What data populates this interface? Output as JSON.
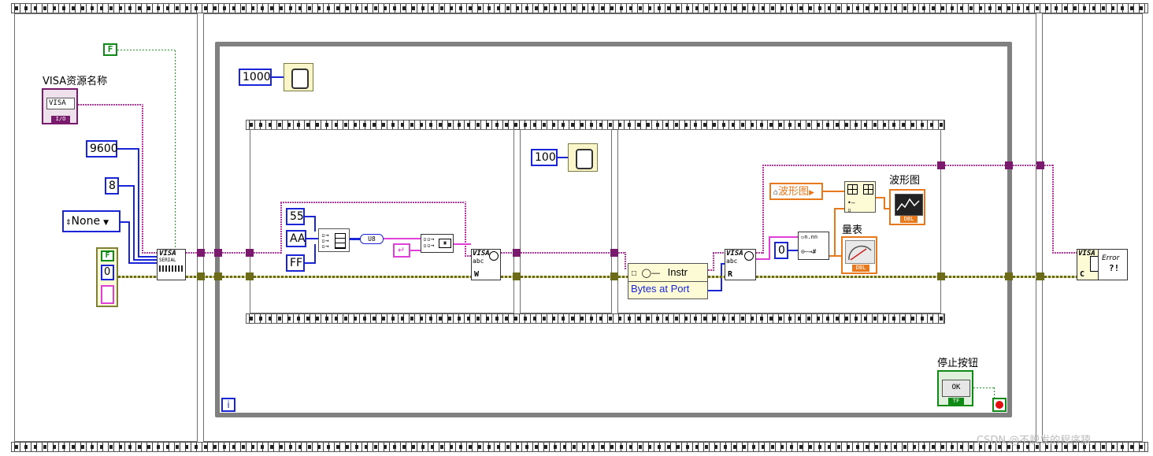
{
  "controls": {
    "visa_label": "VISA资源名称",
    "visa_text": "VISA",
    "visa_sub": "I/O",
    "bool_false_top": "F",
    "baud": "9600",
    "data_bits": "8",
    "parity": "None",
    "bool_false_error": "F",
    "error_code": "0"
  },
  "loop": {
    "wait_ms_outer": "1000",
    "wait_ms_inner": "100",
    "iteration": "i",
    "stop_label": "停止按钮",
    "stop_btn": "OK",
    "stop_tf": "TF"
  },
  "frame1": {
    "byte1": "55",
    "byte2": "AA",
    "byte3": "FF",
    "u8": "U8",
    "write_icon": "W"
  },
  "frame3": {
    "property_class": "Instr",
    "property_name": "Bytes at Port",
    "read_icon": "R",
    "graph_ref": "波形图",
    "index_const": "0",
    "graph_label": "波形图",
    "gauge_label": "量表",
    "dbl": "DBL"
  },
  "right": {
    "close_icon": "C",
    "error_text": "Error"
  },
  "watermark": "CSDN @不脱发的程序猿",
  "colors": {
    "wire_refnum": "#b43aa1",
    "wire_error": "#6b6b1a",
    "numeric": "#1b25d8",
    "boolean": "#0f8a16",
    "refnum_orange": "#e7781c"
  }
}
